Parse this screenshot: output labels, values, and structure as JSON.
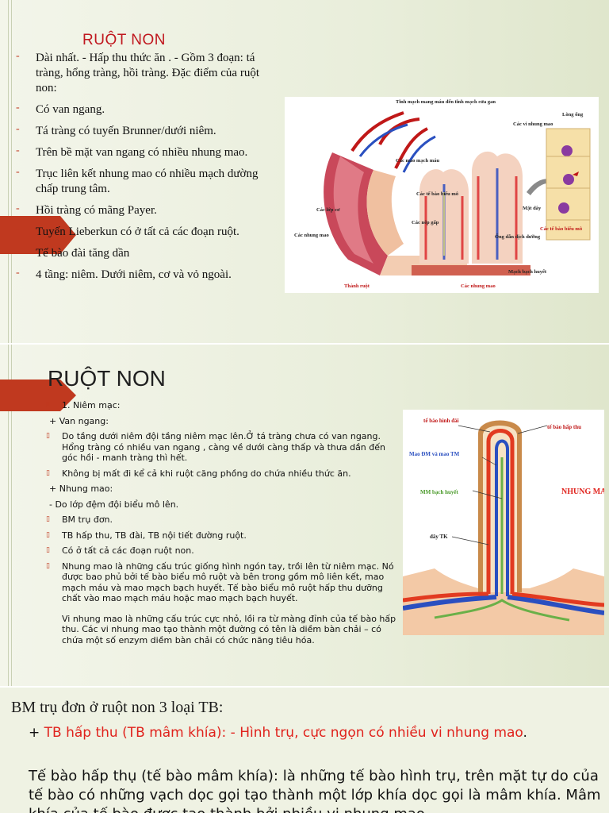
{
  "slide1": {
    "title": "RUỘT NON",
    "bullets": [
      "Dài nhất. - Hấp thu thức ăn . - Gồm 3 đoạn: tá tràng, hổng tràng, hồi tràng. Đặc điểm của ruột non:",
      "Có van ngang.",
      "Tá tràng có tuyến Brunner/dưới niêm.",
      "Trên bề mặt van ngang có nhiều nhung mao.",
      "Trục liên kết nhung mao có nhiều mạch dường chấp trung tâm.",
      "Hồi tràng có mãng Payer.",
      "Tuyến Lieberkun có ở tất cả các đoạn ruột.",
      " Tế bào đài tăng dần",
      "4 tầng: niêm. Dưới niêm, cơ và vỏ ngoài."
    ],
    "figure_labels": {
      "vein": "Tĩnh mạch mang máu đến tĩnh mạch cửa gan",
      "lumen": "Lòng ống",
      "microvilli": "Các vi nhung mao",
      "capillaries": "Các mao mạch máu",
      "epithelial": "Các tế bào biểu mô",
      "folds": "Các nếp gấp",
      "muscle": "Các lớp cơ",
      "villi": "Các nhung mao",
      "dense": "Mặt dây",
      "lacteal": "Ống dẫn dịch dưỡng",
      "lymph": "Mạch bạch huyết",
      "epi_cells": "Các tế bào biểu mô",
      "wall": "Thành ruột",
      "villi_bottom": "Các nhung mao"
    }
  },
  "slide2": {
    "title": "RUỘT NON",
    "rows": [
      {
        "bullet": true,
        "text": "1. Niêm mạc:"
      },
      {
        "bullet": false,
        "text": "+ Van ngang:"
      },
      {
        "bullet": true,
        "text": "Do tầng dưới niêm đội tầng niêm mạc lên.Ở tá tràng chưa có van ngang. Hổng tràng có nhiều van ngang , càng về dưới càng thấp và thưa dần đến góc hồi - manh tràng thì hết."
      },
      {
        "bullet": true,
        "text": " Không bị mất đi kể cả khi ruột căng phồng do chứa nhiều thức ăn."
      },
      {
        "bullet": false,
        "text": "+ Nhung mao:"
      },
      {
        "bullet": false,
        "text": "- Do lớp đệm đội biểu mô lên."
      },
      {
        "bullet": true,
        "text": "BM trụ đơn."
      },
      {
        "bullet": true,
        "text": "TB hấp thu, TB đài, TB nội tiết đường ruột."
      },
      {
        "bullet": true,
        "text": " Có ở tất cả các đoạn ruột non."
      },
      {
        "bullet": true,
        "text": "Nhung mao là những cấu trúc giống hình ngón tay, trồi lên từ niêm mạc. Nó được bao phủ bởi tế bào biểu mô ruột và bên trong gồm mô liên kết, mao mạch máu và mao mạch bạch huyết. Tế bào biểu mô ruột hấp thu dưỡng chất vào mao mạch máu hoặc mao mạch bạch huyết."
      },
      {
        "bullet": false,
        "text": "Vi nhung mao là những cấu trúc cực nhỏ, lồi ra từ màng đỉnh của tế bào hấp thu. Các vi nhung mao tạo thành một đường có tên là diềm bàn chải – có chứa một số enzym diềm bàn chải có chức năng tiêu hóa."
      }
    ],
    "figure_labels": {
      "goblet": "tế bào hình đài",
      "absorb": "tế bào hấp thu",
      "artery": "Mao ĐM và mao TM",
      "lymph": "MM bạch huyết",
      "villi": "NHUNG MAO",
      "nerve": "dây TK"
    }
  },
  "slide3": {
    "title": "BM trụ đơn ở ruột non 3 loại TB:",
    "plus": "+ ",
    "red_text": "TB hấp thu (TB mâm khía): - Hình trụ, cực ngọn có nhiều vi nhung mao",
    "period": ".",
    "para": "Tế bào hấp thụ (tế bào mâm khía): là những tế bào hình trụ, trên mặt tự do của tế bào có những vạch dọc gọi tạo thành một lớp khía dọc gọi là mâm khía. Mâm khía của tế bào được tạo thành bởi nhiều vi nhung mao"
  }
}
